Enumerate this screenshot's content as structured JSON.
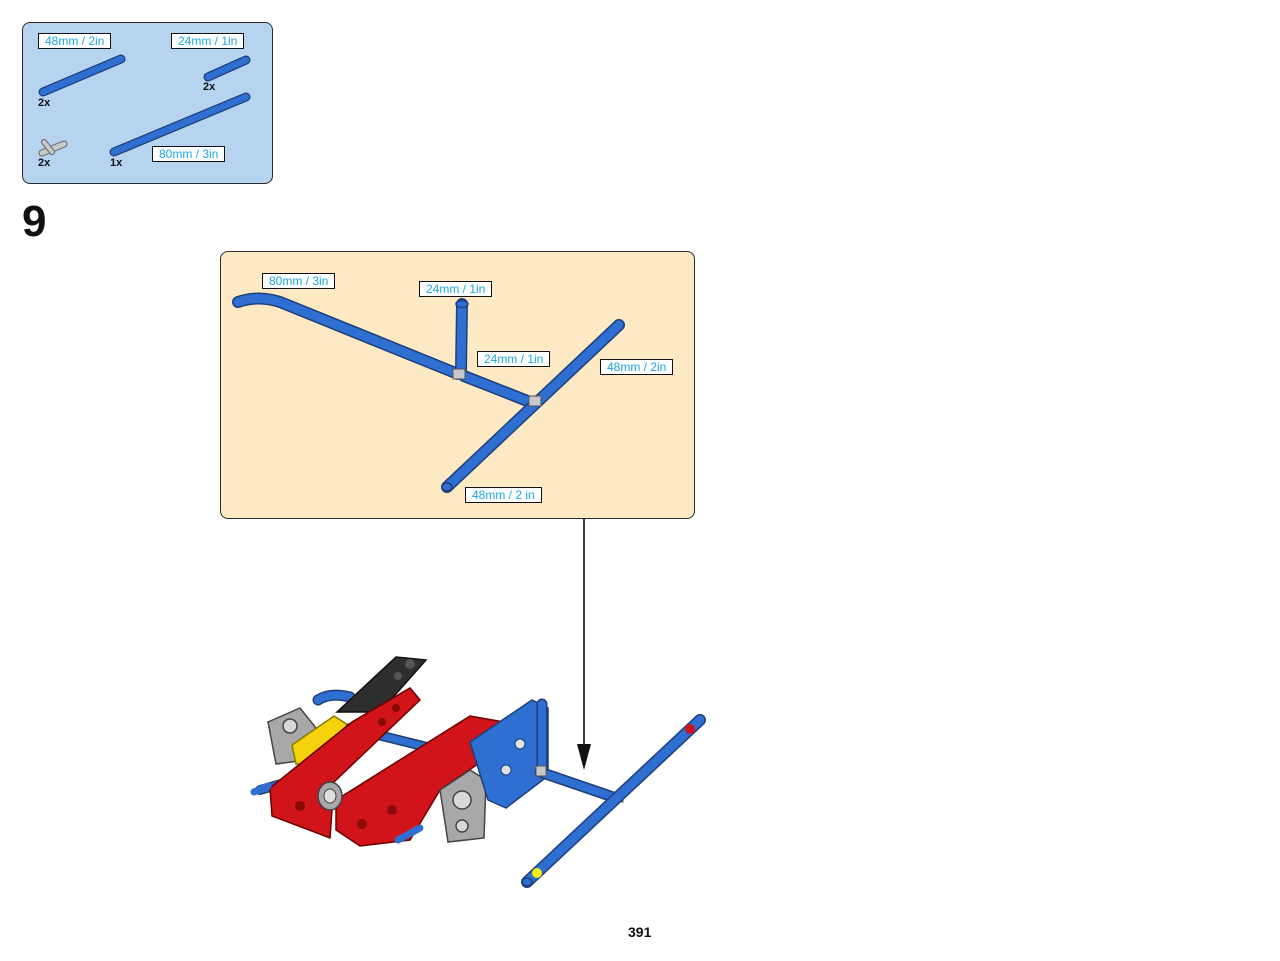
{
  "parts_list": {
    "items": [
      {
        "label": "48mm / 2in",
        "qty": "2x"
      },
      {
        "label": "24mm / 1in",
        "qty": "2x"
      },
      {
        "label": "",
        "qty": "2x"
      },
      {
        "label": "80mm / 3in",
        "qty": "1x"
      }
    ]
  },
  "step": {
    "number": "9"
  },
  "subassembly": {
    "labels": [
      "80mm / 3in",
      "24mm / 1in",
      "24mm / 1in",
      "48mm / 2in",
      "48mm / 2 in"
    ]
  },
  "page": {
    "number": "391"
  },
  "colors": {
    "axle_blue": "#2f6fd2",
    "parts_bg": "#b6d4ef",
    "subassembly_bg": "#fde9c4",
    "label_text": "#1ba7e0",
    "beam_red": "#d0141a",
    "beam_yellow": "#f4d20c",
    "connector_gray": "#a8a8a8"
  }
}
